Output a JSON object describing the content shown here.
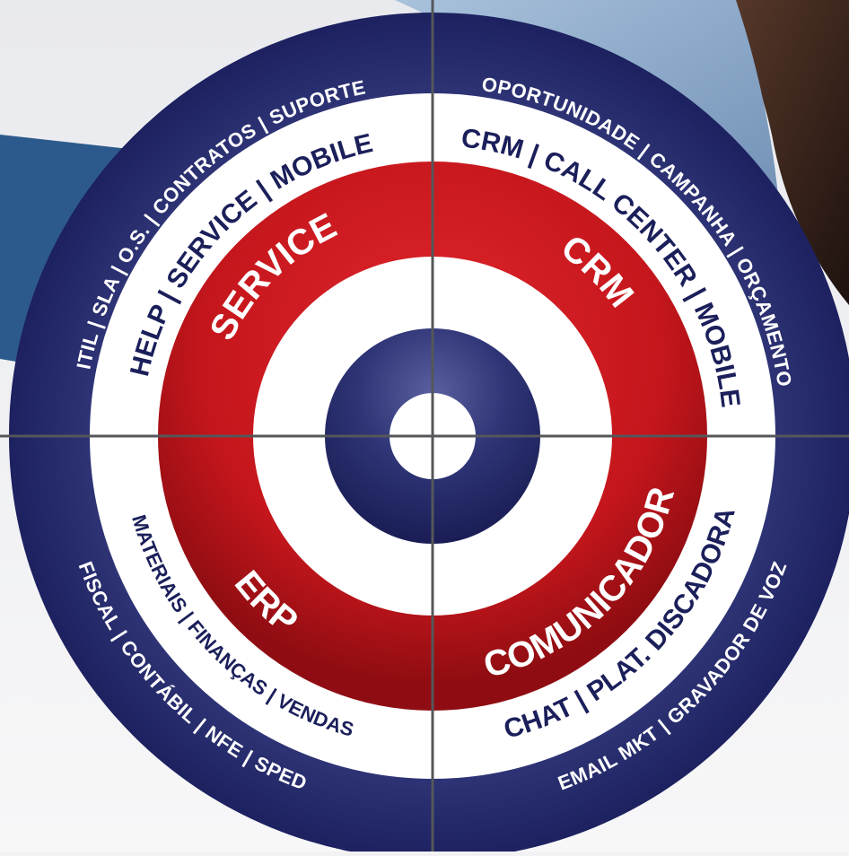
{
  "colors": {
    "navy": "#2a2f6e",
    "navy_dark": "#1b1f5a",
    "red": "#c4161c",
    "red_dark": "#8f0d12",
    "white": "#ffffff",
    "divider": "#55575a"
  },
  "quadrants": {
    "service": {
      "core": "SERVICE",
      "products": "HELP | SERVICE | MOBILE",
      "features": "ITIL | SLA | O.S. | CONTRATOS | SUPORTE"
    },
    "crm": {
      "core": "CRM",
      "products": "CRM | CALL CENTER | MOBILE",
      "features": "OPORTUNIDADE | CAMPANHA | ORÇAMENTO"
    },
    "erp": {
      "core": "ERP",
      "products": "MATERIAIS | FINANÇAS | VENDAS",
      "features": "FISCAL | CONTÁBIL | NFE | SPED"
    },
    "comunicador": {
      "core": "COMUNICADOR",
      "products": "CHAT | PLAT. DISCADORA",
      "features": "EMAIL MKT | GRAVADOR DE VOZ"
    }
  }
}
